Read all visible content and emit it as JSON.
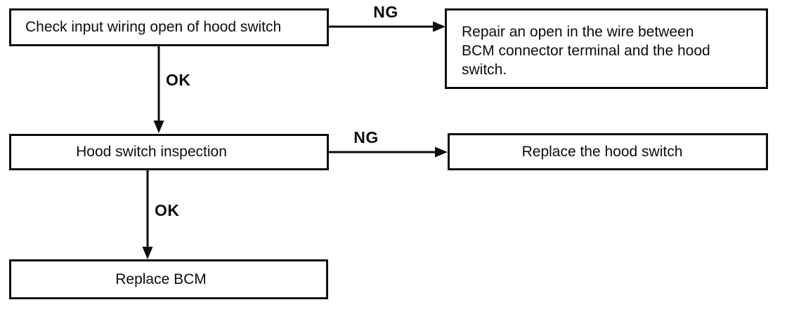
{
  "flowchart": {
    "nodes": [
      {
        "id": "check-input-wiring",
        "label": "Check input wiring open of hood switch"
      },
      {
        "id": "repair-open-wire",
        "label": "Repair an open in the wire between BCM connector terminal and the hood switch.",
        "lines": [
          "Repair an open in the wire between",
          "BCM connector terminal and the hood",
          "switch."
        ]
      },
      {
        "id": "hood-switch-inspection",
        "label": "Hood switch inspection"
      },
      {
        "id": "replace-hood-switch",
        "label": "Replace the hood switch"
      },
      {
        "id": "replace-bcm",
        "label": "Replace BCM"
      }
    ],
    "edges": [
      {
        "from": "check-input-wiring",
        "to": "repair-open-wire",
        "result": "NG"
      },
      {
        "from": "check-input-wiring",
        "to": "hood-switch-inspection",
        "result": "OK"
      },
      {
        "from": "hood-switch-inspection",
        "to": "replace-hood-switch",
        "result": "NG"
      },
      {
        "from": "hood-switch-inspection",
        "to": "replace-bcm",
        "result": "OK"
      }
    ],
    "colors": {
      "ink": "#0d0d0d",
      "background": "#ffffff"
    }
  }
}
